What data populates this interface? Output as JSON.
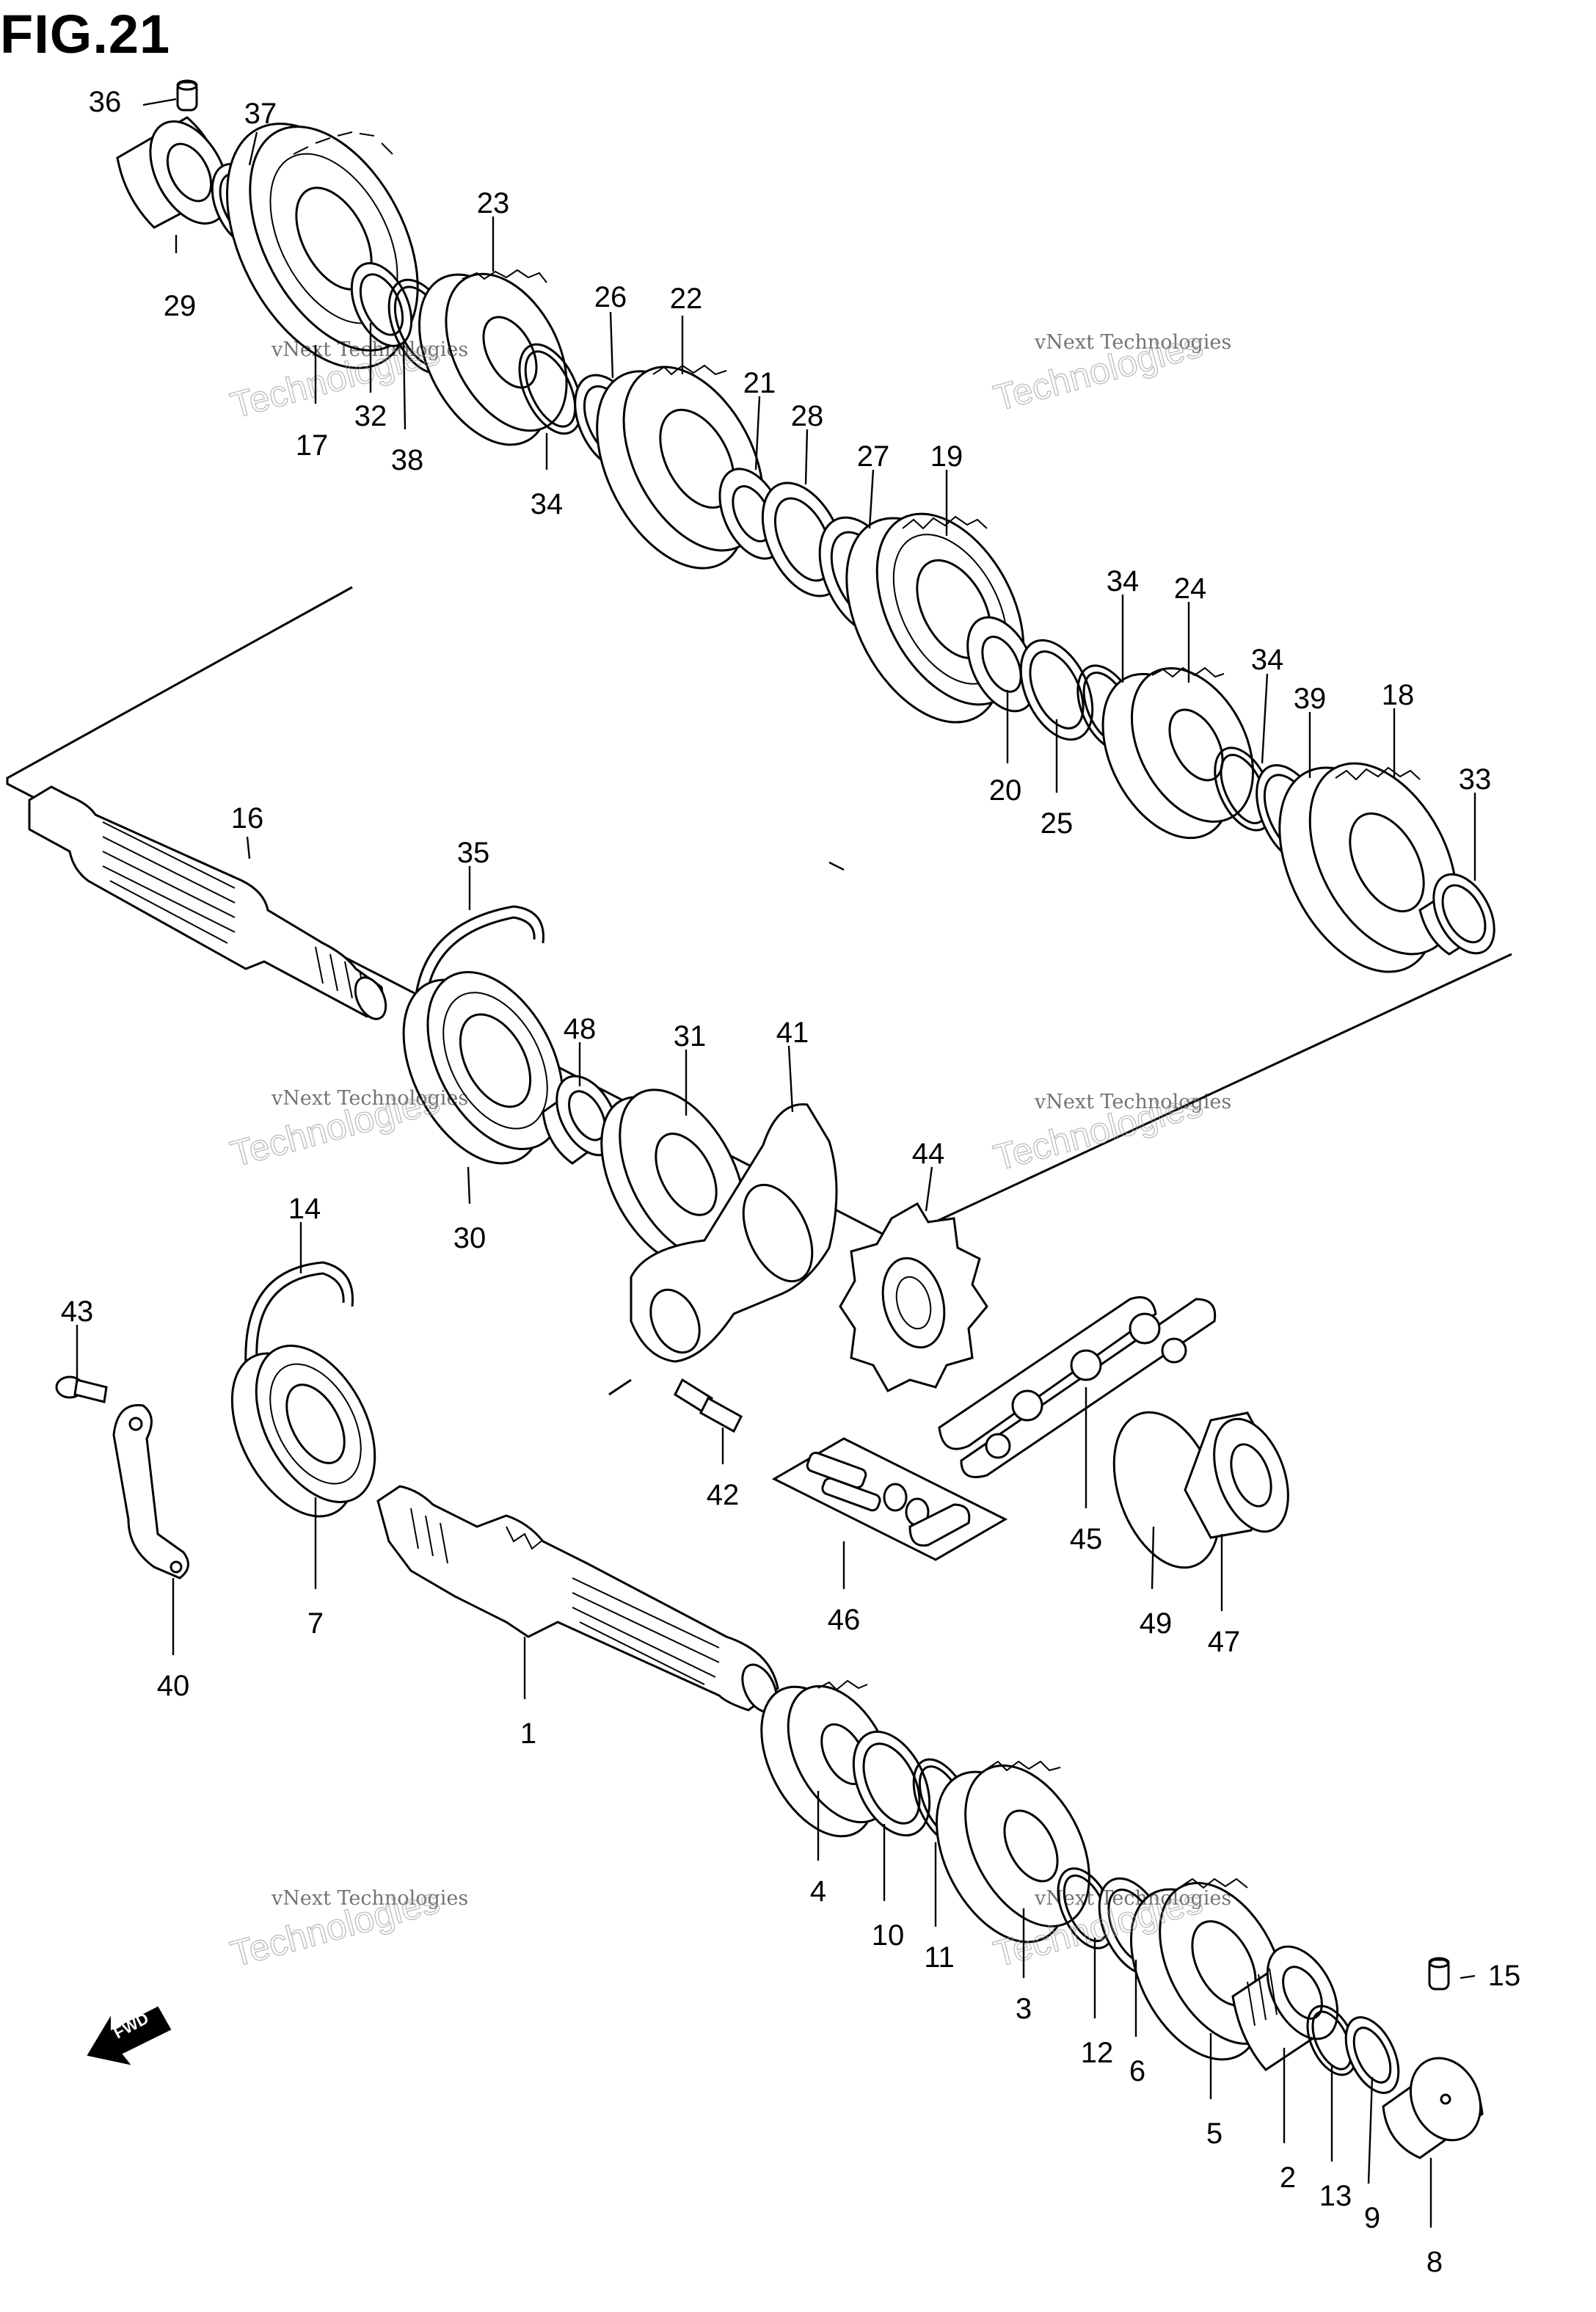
{
  "figure": {
    "title": "FIG.21"
  },
  "watermark": {
    "line1": "vNext Technologies",
    "line2": "Technologies"
  },
  "fwd_label": "FWD",
  "labels": [
    {
      "text": "36"
    },
    {
      "text": "37"
    },
    {
      "text": "29"
    },
    {
      "text": "17"
    },
    {
      "text": "32"
    },
    {
      "text": "38"
    },
    {
      "text": "23"
    },
    {
      "text": "34"
    },
    {
      "text": "26"
    },
    {
      "text": "22"
    },
    {
      "text": "21"
    },
    {
      "text": "28"
    },
    {
      "text": "27"
    },
    {
      "text": "19"
    },
    {
      "text": "20"
    },
    {
      "text": "25"
    },
    {
      "text": "34"
    },
    {
      "text": "24"
    },
    {
      "text": "34"
    },
    {
      "text": "39"
    },
    {
      "text": "18"
    },
    {
      "text": "33"
    },
    {
      "text": "16"
    },
    {
      "text": "35"
    },
    {
      "text": "48"
    },
    {
      "text": "31"
    },
    {
      "text": "41"
    },
    {
      "text": "30"
    },
    {
      "text": "44"
    },
    {
      "text": "14"
    },
    {
      "text": "43"
    },
    {
      "text": "42"
    },
    {
      "text": "45"
    },
    {
      "text": "46"
    },
    {
      "text": "49"
    },
    {
      "text": "47"
    },
    {
      "text": "7"
    },
    {
      "text": "40"
    },
    {
      "text": "1"
    },
    {
      "text": "4"
    },
    {
      "text": "10"
    },
    {
      "text": "11"
    },
    {
      "text": "3"
    },
    {
      "text": "12"
    },
    {
      "text": "6"
    },
    {
      "text": "5"
    },
    {
      "text": "2"
    },
    {
      "text": "13"
    },
    {
      "text": "9"
    },
    {
      "text": "8"
    },
    {
      "text": "15"
    }
  ]
}
